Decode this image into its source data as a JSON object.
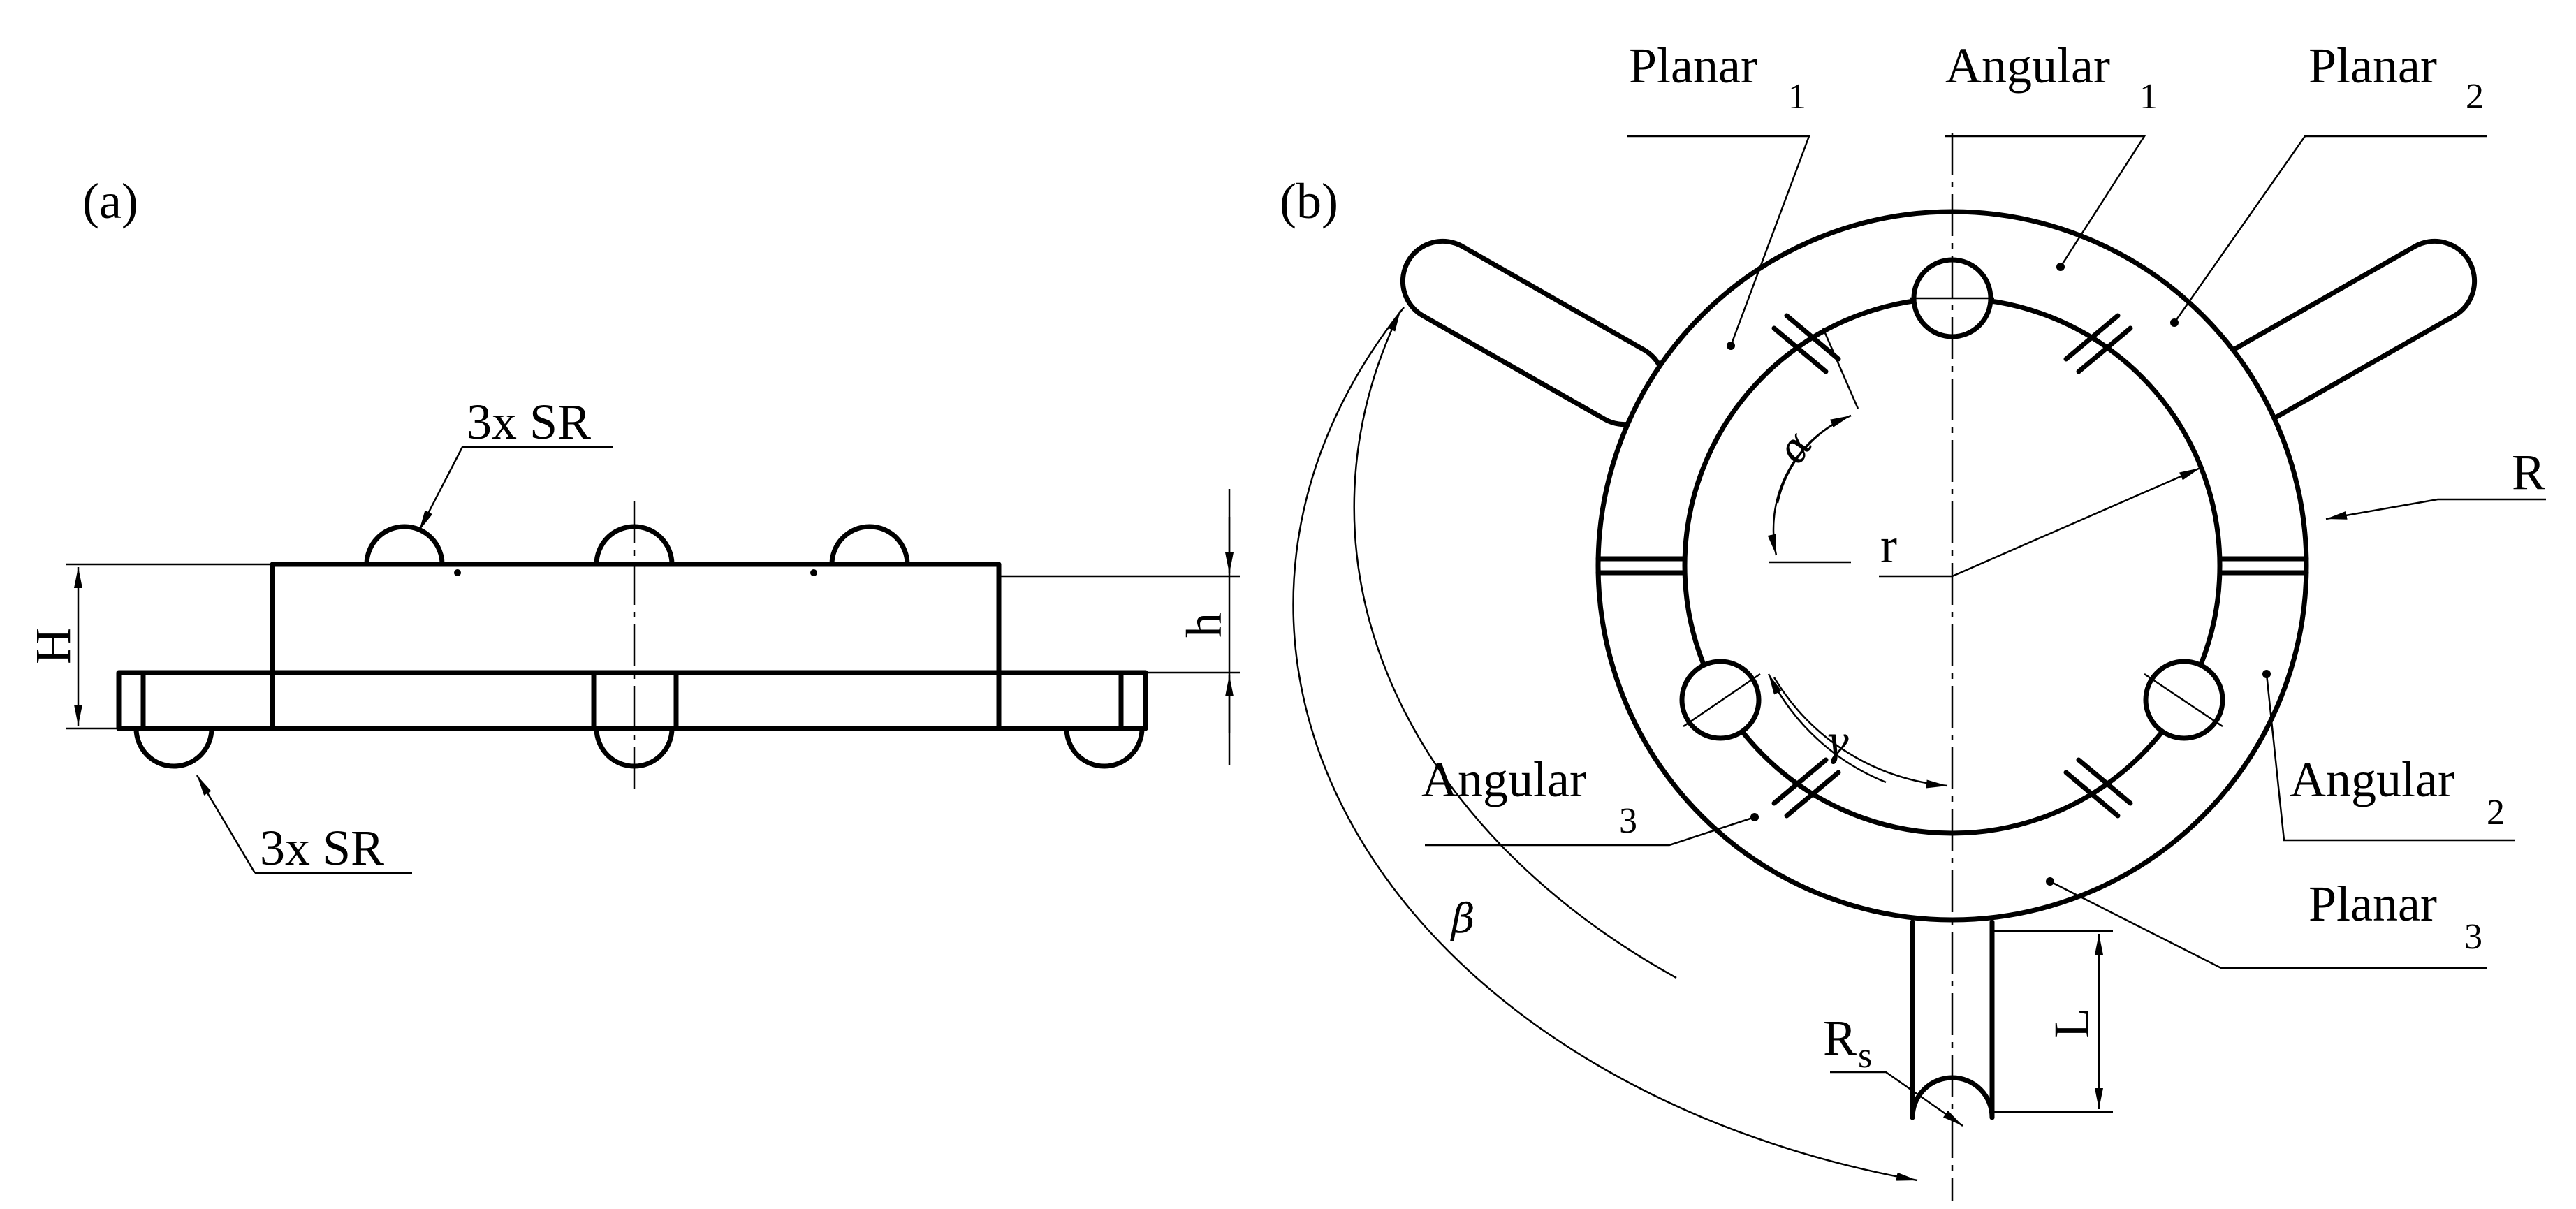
{
  "figure": {
    "panel_a": {
      "label": "(a)",
      "top_balls_note": "3x SR",
      "bottom_balls_note": "3x SR",
      "dim_total_height": "H",
      "dim_top_height": "h"
    },
    "panel_b": {
      "label": "(b)",
      "segments": {
        "planar_1": {
          "name": "Planar",
          "index": "1"
        },
        "angular_1": {
          "name": "Angular",
          "index": "1"
        },
        "planar_2": {
          "name": "Planar",
          "index": "2"
        },
        "angular_2": {
          "name": "Angular",
          "index": "2"
        },
        "angular_3": {
          "name": "Angular",
          "index": "3"
        },
        "planar_3": {
          "name": "Planar",
          "index": "3"
        }
      },
      "dim_outer_radius": "R",
      "dim_inner_radius": "r",
      "dim_slot_radius": "R",
      "dim_slot_radius_sub": "s",
      "dim_slot_length": "L",
      "angle_alpha": "α",
      "angle_beta": "β",
      "angle_gamma": "γ"
    }
  }
}
